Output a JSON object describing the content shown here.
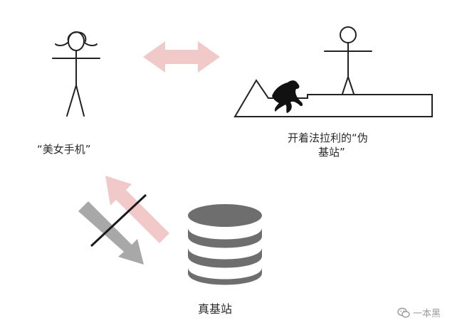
{
  "labels": {
    "phone": "“美女手机”",
    "fake_station_line1": "开着法拉利的“伪",
    "fake_station_line2": "基站”",
    "real_station": "真基站"
  },
  "watermark": {
    "text": "一本黑",
    "icon": "wechat-icon"
  },
  "colors": {
    "pink_arrow": "#f2c9c9",
    "gray_arrow": "#a8a8a8",
    "database": "#6e6e6e",
    "stroke": "#222222"
  }
}
